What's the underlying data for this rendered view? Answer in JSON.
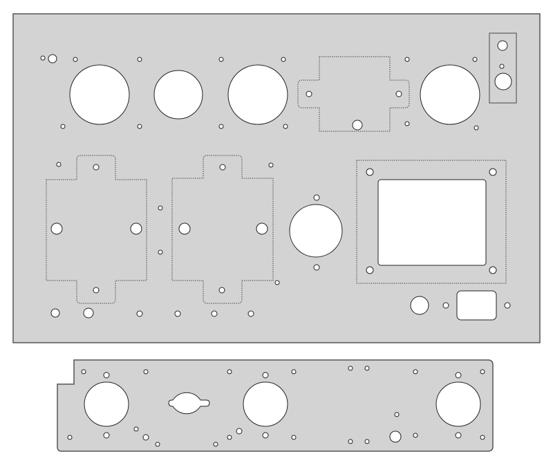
{
  "drawing": {
    "kind": "panel cutout template",
    "parts": [
      "top-plate",
      "bottom-plate"
    ],
    "colors": {
      "plate_fill": "#d3d3d3",
      "plate_edge": "#555555",
      "hole_fill": "#ffffff",
      "hole_edge": "#222222",
      "outline": "#444444"
    },
    "outline_style": "dotted"
  }
}
